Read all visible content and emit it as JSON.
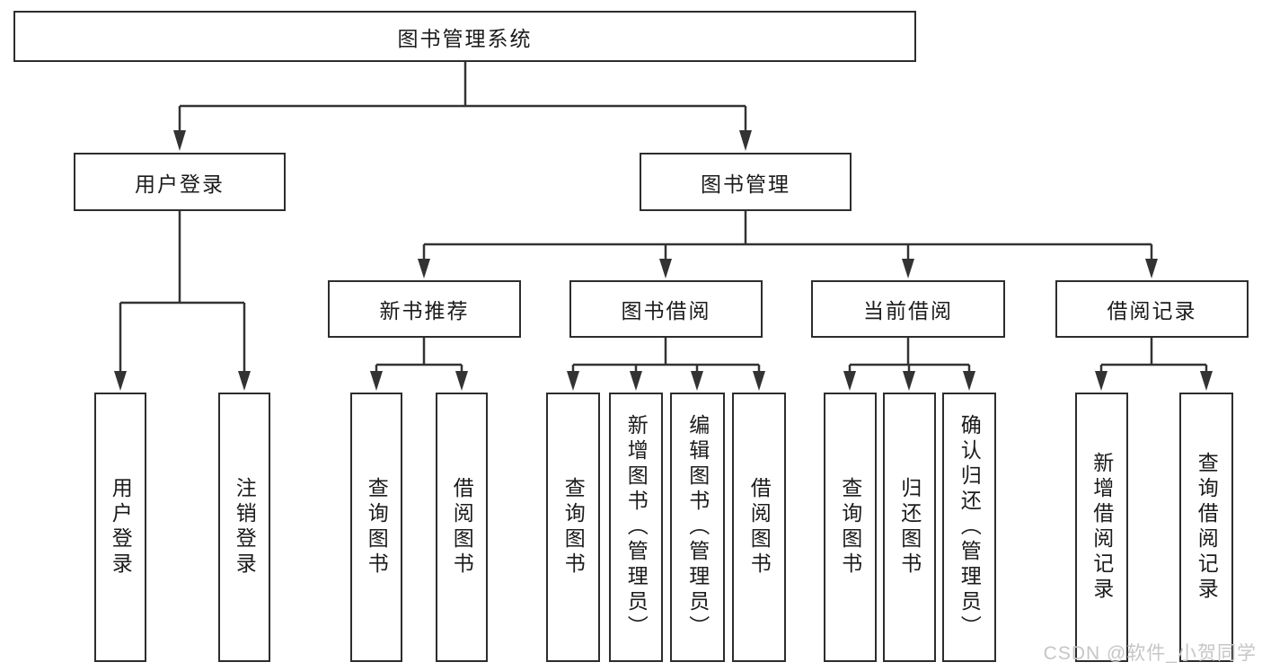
{
  "tree": {
    "root": "图书管理系统",
    "user_login": {
      "label": "用户登录",
      "children": {
        "login": "用户登录",
        "logout": "注销登录"
      }
    },
    "book_mgmt": {
      "label": "图书管理",
      "sections": {
        "new_books": {
          "label": "新书推荐",
          "children": {
            "query": "查询图书",
            "borrow": "借阅图书"
          }
        },
        "book_borrow": {
          "label": "图书借阅",
          "children": {
            "query": "查询图书",
            "add": "新增图书（管理员）",
            "edit": "编辑图书（管理员）",
            "borrow": "借阅图书"
          }
        },
        "current_borrow": {
          "label": "当前借阅",
          "children": {
            "query": "查询图书",
            "return": "归还图书",
            "confirm": "确认归还（管理员）"
          }
        },
        "borrow_records": {
          "label": "借阅记录",
          "children": {
            "add": "新增借阅记录",
            "query": "查询借阅记录"
          }
        }
      }
    }
  },
  "watermark": "CSDN @软件_小贺同学"
}
